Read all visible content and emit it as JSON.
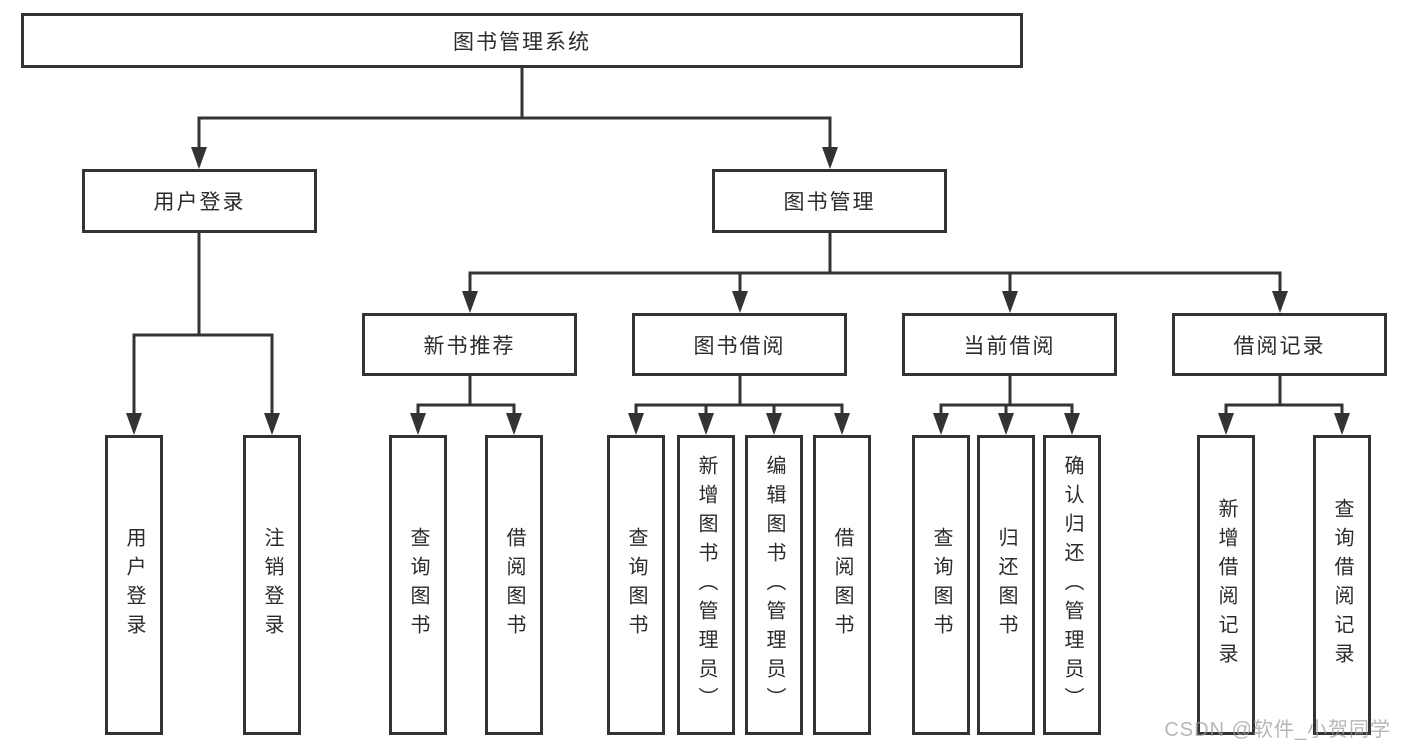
{
  "diagram": {
    "title_note": "library management system feature tree",
    "root": {
      "label": "图书管理系统"
    },
    "level2": [
      {
        "label": "用户登录"
      },
      {
        "label": "图书管理"
      }
    ],
    "level3": [
      {
        "label": "新书推荐"
      },
      {
        "label": "图书借阅"
      },
      {
        "label": "当前借阅"
      },
      {
        "label": "借阅记录"
      }
    ],
    "leaves": [
      {
        "label": "用户登录"
      },
      {
        "label": "注销登录"
      },
      {
        "label": "查询图书"
      },
      {
        "label": "借阅图书"
      },
      {
        "label": "查询图书"
      },
      {
        "label": "新增图书（管理员）"
      },
      {
        "label": "编辑图书（管理员）"
      },
      {
        "label": "借阅图书"
      },
      {
        "label": "查询图书"
      },
      {
        "label": "归还图书"
      },
      {
        "label": "确认归还（管理员）"
      },
      {
        "label": "新增借阅记录"
      },
      {
        "label": "查询借阅记录"
      }
    ]
  },
  "watermark": {
    "text": "CSDN @软件_小贺同学"
  },
  "colors": {
    "line": "#333333",
    "text": "#2b2b2b",
    "box_fill": "#ffffff",
    "background": "#ffffff",
    "watermark": "#9e9e9e"
  }
}
